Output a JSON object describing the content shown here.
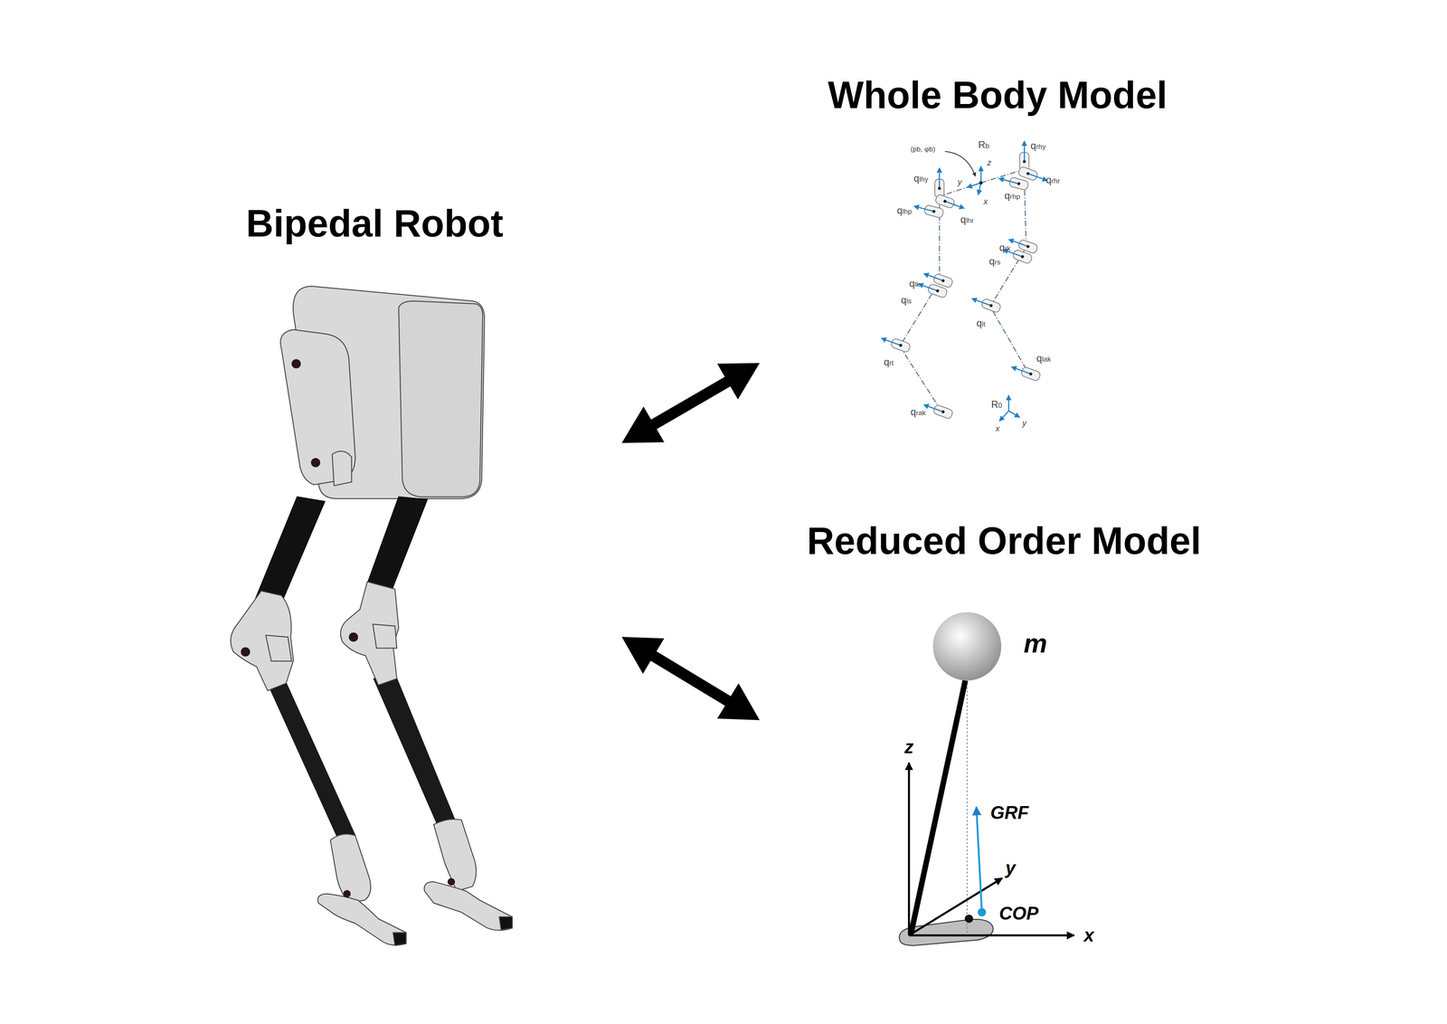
{
  "diagram": {
    "nodes": [
      {
        "text": [
          "Bipedal Robot"
        ]
      },
      {
        "text": [
          "Whole Body Model"
        ]
      },
      {
        "text": [
          "Reduced Order Model"
        ]
      }
    ],
    "edges": [
      {
        "from": 0,
        "to": 1,
        "arrow": "both"
      },
      {
        "from": 0,
        "to": 2,
        "arrow": "both"
      }
    ],
    "labels": [
      "(pb, φb)",
      "Rb",
      "qrhy",
      "z",
      "y",
      "x",
      "qlhy",
      "qrhr",
      "qrhp",
      "qlhp",
      "qlhr",
      "qrk",
      "qrs",
      "qlk",
      "qls",
      "qlt",
      "qrt",
      "qlak",
      "R0",
      "x",
      "y",
      "qrak",
      "m",
      "z",
      "GRF",
      "y",
      "COP",
      "x"
    ]
  }
}
